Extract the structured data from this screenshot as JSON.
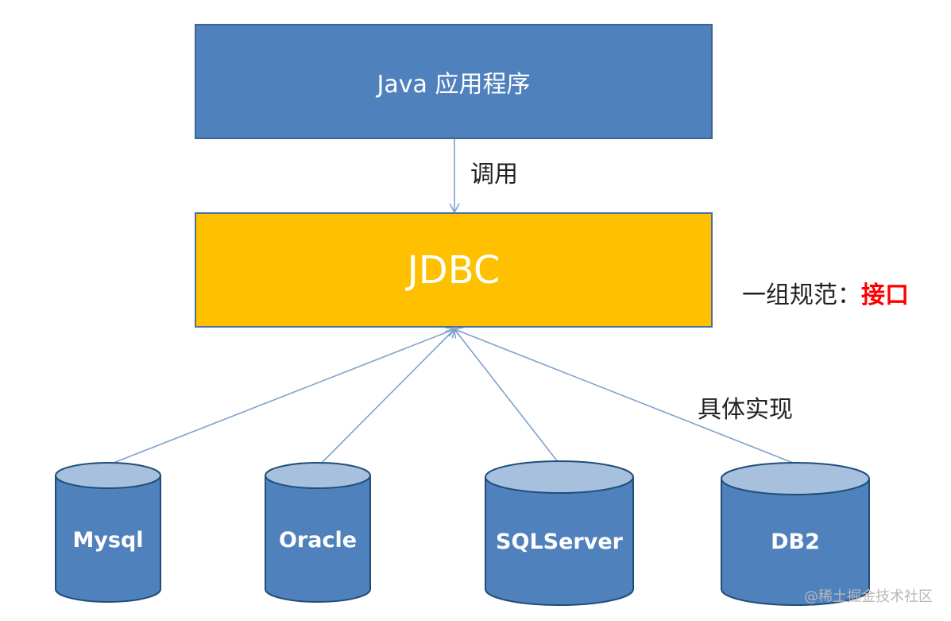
{
  "java_box": {
    "label": "Java 应用程序"
  },
  "call_label": "调用",
  "jdbc_box": {
    "label": "JDBC"
  },
  "spec_label": {
    "prefix": "一组规范：",
    "emphasis": "接口"
  },
  "impl_label": "具体实现",
  "databases": [
    {
      "name": "Mysql"
    },
    {
      "name": "Oracle"
    },
    {
      "name": "SQLServer"
    },
    {
      "name": "DB2"
    }
  ],
  "watermark": "@稀土掘金技术社区",
  "colors": {
    "java_fill": "#4f81bd",
    "jdbc_fill": "#ffc000",
    "cylinder_fill": "#4f81bd",
    "cylinder_top": "#a7c0de",
    "cylinder_stroke": "#1f4e79",
    "line": "#7fa2cc",
    "emphasis": "#ff0000"
  }
}
